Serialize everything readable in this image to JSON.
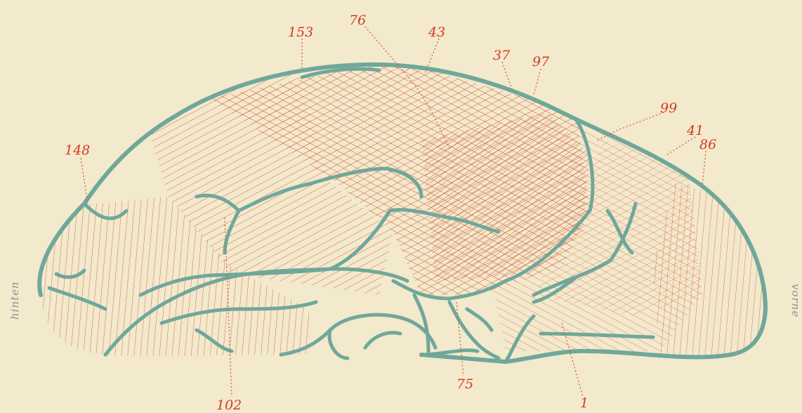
{
  "figure": {
    "labels": {
      "l153": "153",
      "l76": "76",
      "l43": "43",
      "l37": "37",
      "l97": "97",
      "l99": "99",
      "l41": "41",
      "l86": "86",
      "l148": "148",
      "l102": "102",
      "l75": "75",
      "l1": "1"
    },
    "orientation": {
      "back": "hinten",
      "front": "vorne"
    },
    "colors": {
      "paper": "#f3e9cc",
      "outline": "#6fa89b",
      "hatch": "#d0553a",
      "label": "#cf3d22"
    }
  }
}
